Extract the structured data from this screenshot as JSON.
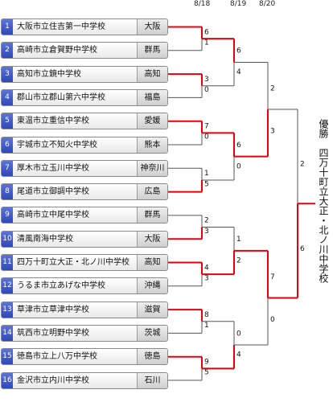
{
  "dates": [
    "8/18",
    "8/19",
    "8/20"
  ],
  "teams": [
    {
      "seed": "1",
      "school": "大阪市立住吉第一中学校",
      "pref": "大阪"
    },
    {
      "seed": "2",
      "school": "高崎市立倉賀野中学校",
      "pref": "群馬"
    },
    {
      "seed": "3",
      "school": "高知市立鏡中学校",
      "pref": "高知"
    },
    {
      "seed": "4",
      "school": "郡山市立郡山第六中学校",
      "pref": "福島"
    },
    {
      "seed": "5",
      "school": "東温市立重信中学校",
      "pref": "愛媛"
    },
    {
      "seed": "6",
      "school": "宇城市立不知火中学校",
      "pref": "熊本"
    },
    {
      "seed": "7",
      "school": "厚木市立玉川中学校",
      "pref": "神奈川"
    },
    {
      "seed": "8",
      "school": "尾道市立御調中学校",
      "pref": "広島"
    },
    {
      "seed": "9",
      "school": "高崎市立中尾中学校",
      "pref": "群馬"
    },
    {
      "seed": "10",
      "school": "清風南海中学校",
      "pref": "大阪"
    },
    {
      "seed": "11",
      "school": "四万十町立大正・北ノ川中学校",
      "pref": "高知"
    },
    {
      "seed": "12",
      "school": "うるま市立あげな中学校",
      "pref": "沖縄"
    },
    {
      "seed": "13",
      "school": "草津市立草津中学校",
      "pref": "滋賀"
    },
    {
      "seed": "14",
      "school": "筑西市立明野中学校",
      "pref": "茨城"
    },
    {
      "seed": "15",
      "school": "徳島市立上八万中学校",
      "pref": "徳島"
    },
    {
      "seed": "16",
      "school": "金沢市立内川中学校",
      "pref": "石川"
    }
  ],
  "rounds": [
    [
      {
        "scores": [
          "6",
          "1"
        ],
        "winner": 0
      },
      {
        "scores": [
          "3",
          "0"
        ],
        "winner": 0
      },
      {
        "scores": [
          "7",
          "0"
        ],
        "winner": 0
      },
      {
        "scores": [
          "1",
          "5"
        ],
        "winner": 1
      },
      {
        "scores": [
          "2",
          "3"
        ],
        "winner": 1
      },
      {
        "scores": [
          "4",
          "3"
        ],
        "winner": 0
      },
      {
        "scores": [
          "8",
          "1"
        ],
        "winner": 0
      },
      {
        "scores": [
          "9",
          "5"
        ],
        "winner": 0
      }
    ],
    [
      {
        "scores": [
          "6",
          "4"
        ],
        "winner": 0
      },
      {
        "scores": [
          "6",
          "0"
        ],
        "winner": 0
      },
      {
        "scores": [
          "1",
          "2"
        ],
        "winner": 1
      },
      {
        "scores": [
          "0",
          "4"
        ],
        "winner": 1
      }
    ],
    [
      {
        "scores": [
          "2",
          "3"
        ],
        "winner": 1
      },
      {
        "scores": [
          "7",
          "0"
        ],
        "winner": 0
      }
    ],
    [
      {
        "scores": [
          "2",
          "6"
        ],
        "winner": 1
      }
    ]
  ],
  "champion": {
    "label": "優勝",
    "school": "四万十町立大正・北ノ川中学校"
  },
  "colors": {
    "winner_line": "#e8000b",
    "loser_line": "#555555",
    "seed_bg": "#3a55c4"
  }
}
